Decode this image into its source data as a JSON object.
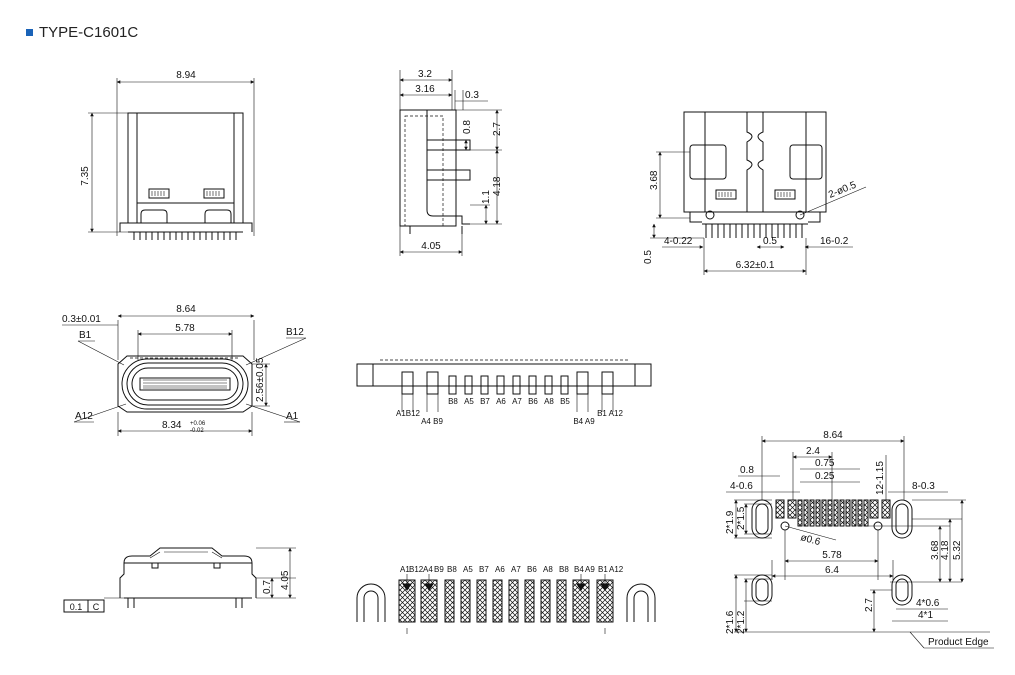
{
  "header": {
    "title": "TYPE-C1601C"
  },
  "front_view": {
    "width": "8.94",
    "height": "7.35"
  },
  "side_view": {
    "d1": "3.2",
    "d2": "3.16",
    "d3": "0.3",
    "d4": "0.8",
    "d5": "2.7",
    "d6": "4.18",
    "d7": "1.1",
    "d8": "4.05"
  },
  "rear_view": {
    "h": "3.68",
    "holes": "2-ø0.5",
    "left_pins": "4-0.22",
    "pitch": "0.5",
    "right_pins": "16-0.2",
    "span": "6.32±0.1",
    "offset": "0.5"
  },
  "top_view": {
    "tol": "0.3±0.01",
    "b1": "B1",
    "b12": "B12",
    "w1": "8.64",
    "w2": "5.78",
    "h": "2.56±0.05",
    "w3": "8.34",
    "tol_up": "+0.06",
    "tol_dn": "-0.02",
    "a12": "A12",
    "a1": "A1"
  },
  "pin_row": {
    "top_labels": [
      "B8",
      "A5",
      "B7",
      "A6",
      "A7",
      "B6",
      "A8",
      "B5"
    ],
    "left_top": "A1B12",
    "left_bot": "A4 B9",
    "right_bot": "B4 A9",
    "right_top": "B1 A12"
  },
  "bottom_side": {
    "tol_a": "0.1",
    "tol_b": "C",
    "h1": "0.7",
    "h2": "4.05"
  },
  "footprint": {
    "labels": [
      "A1",
      "B12",
      "A4",
      "B9",
      "B8",
      "A5",
      "B7",
      "A6",
      "A7",
      "B6",
      "A8",
      "B8",
      "B4",
      "A9",
      "B1",
      "A12"
    ]
  },
  "pcb_layout": {
    "w": "8.64",
    "p1": "2.4",
    "p2": "0.75",
    "p3": "0.25",
    "p4": "0.8",
    "p5": "4-0.6",
    "p6": "12-1.15",
    "p7": "8-0.3",
    "slot1": "2*1.9",
    "slot2": "2*1.5",
    "hole": "ø0.6",
    "span1": "5.78",
    "span2": "6.4",
    "v1": "3.68",
    "v2": "4.18",
    "v3": "5.32",
    "v4": "2.7",
    "slot3": "2*1.6",
    "slot4": "2*1.2",
    "s1": "4*0.6",
    "s2": "4*1",
    "edge": "Product Edge"
  }
}
